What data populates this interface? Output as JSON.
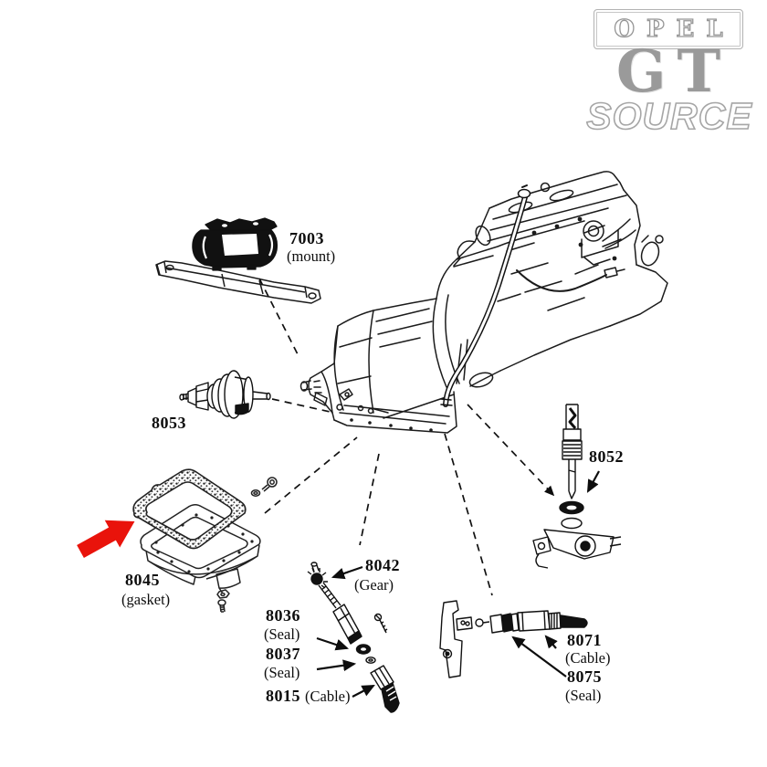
{
  "logo": {
    "opel": "OPEL",
    "gt": "GT",
    "source": "SOURCE"
  },
  "colors": {
    "highlight_arrow": "#e9130b",
    "line": "#1b1b1b",
    "logo_gray": "#9a9a9a"
  },
  "parts": {
    "p7003": {
      "number": "7003",
      "caption": "(mount)"
    },
    "p8053": {
      "number": "8053",
      "caption": ""
    },
    "p8045": {
      "number": "8045",
      "caption": "(gasket)"
    },
    "p8042": {
      "number": "8042",
      "caption": "(Gear)"
    },
    "p8036": {
      "number": "8036",
      "caption": "(Seal)"
    },
    "p8037": {
      "number": "8037",
      "caption": "(Seal)"
    },
    "p8015": {
      "number": "8015",
      "caption": "(Cable)"
    },
    "p8052": {
      "number": "8052",
      "caption": ""
    },
    "p8071": {
      "number": "8071",
      "caption": "(Cable)"
    },
    "p8075": {
      "number": "8075",
      "caption": "(Seal)"
    }
  }
}
